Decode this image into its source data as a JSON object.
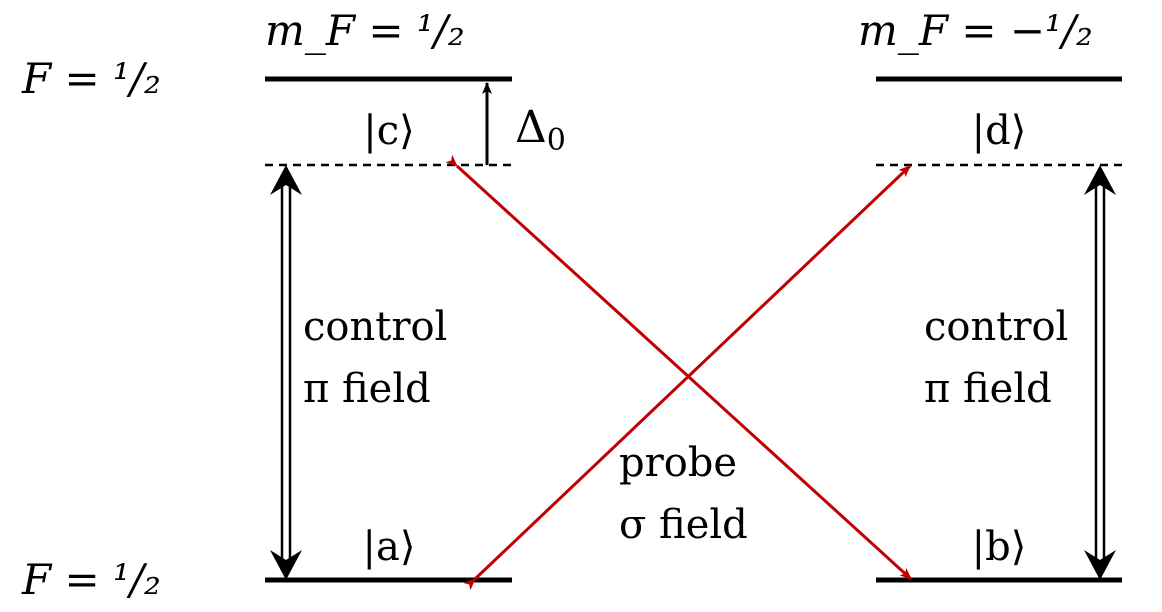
{
  "colors": {
    "level": "#000000",
    "control": "#000000",
    "probe": "#c00000",
    "background": "#ffffff"
  },
  "upper_manifold": {
    "F_label": "F = ¹/₂"
  },
  "lower_manifold": {
    "F_label": "F = ¹/₂"
  },
  "columns": {
    "left": {
      "mF_label": "m_F = ¹/₂"
    },
    "right": {
      "mF_label": "m_F = −¹/₂"
    }
  },
  "states": {
    "c": "|c⟩",
    "d": "|d⟩",
    "a": "|a⟩",
    "b": "|b⟩"
  },
  "detuning": {
    "symbol": "Δ",
    "subscript": "0"
  },
  "control_left": {
    "line1": "control",
    "line2": "π field"
  },
  "control_right": {
    "line1": "control",
    "line2": "π field"
  },
  "probe": {
    "line1": "probe",
    "line2": "σ field"
  }
}
